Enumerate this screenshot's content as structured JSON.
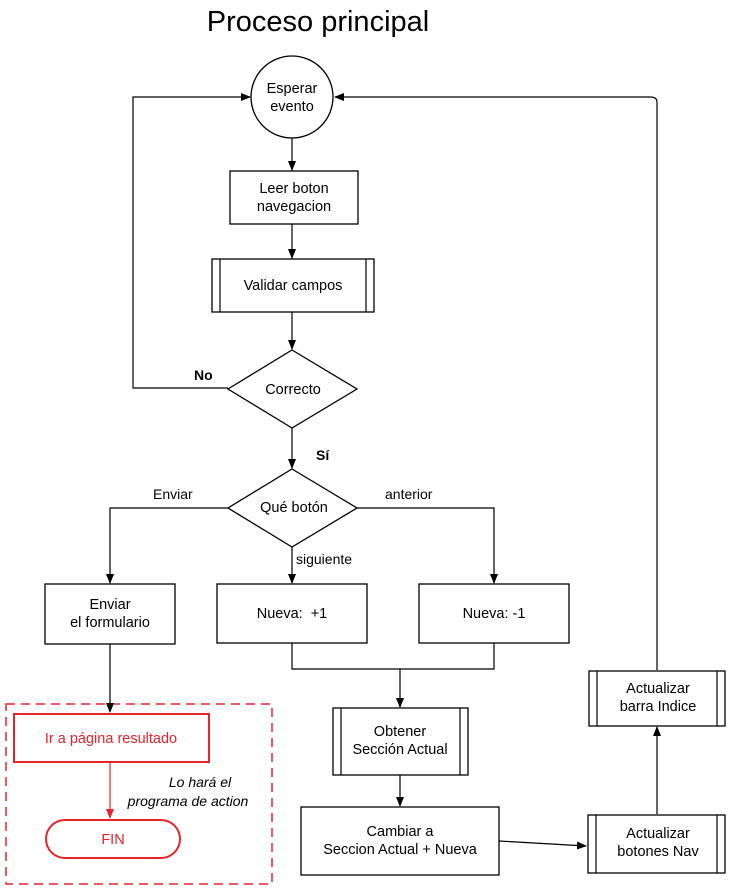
{
  "title": "Proceso principal",
  "nodes": {
    "esperar": [
      "Esperar",
      "evento"
    ],
    "leer": [
      "Leer boton",
      "navegacion"
    ],
    "validar": [
      "Validar campos"
    ],
    "correcto": [
      "Correcto"
    ],
    "que_boton": [
      "Qué botón"
    ],
    "enviar": [
      "Enviar",
      "el formulario"
    ],
    "nueva_mas": [
      "Nueva:  +1"
    ],
    "nueva_menos": [
      "Nueva: -1"
    ],
    "obtener": [
      "Obtener",
      "Sección Actual"
    ],
    "cambiar": [
      "Cambiar a",
      "Seccion Actual + Nueva"
    ],
    "act_botones": [
      "Actualizar",
      "botones Nav"
    ],
    "act_barra": [
      "Actualizar",
      "barra Indice"
    ],
    "ir_pagina": [
      "Ir a página resultado"
    ],
    "fin": [
      "FIN"
    ]
  },
  "labels": {
    "no": "No",
    "si": "Sí",
    "enviar": "Enviar",
    "anterior": "anterior",
    "siguiente": "siguiente"
  },
  "note": [
    "Lo hará el",
    "programa de action"
  ],
  "colors": {
    "line": "#000000",
    "highlight": "#e8232a",
    "background": "#ffffff"
  }
}
